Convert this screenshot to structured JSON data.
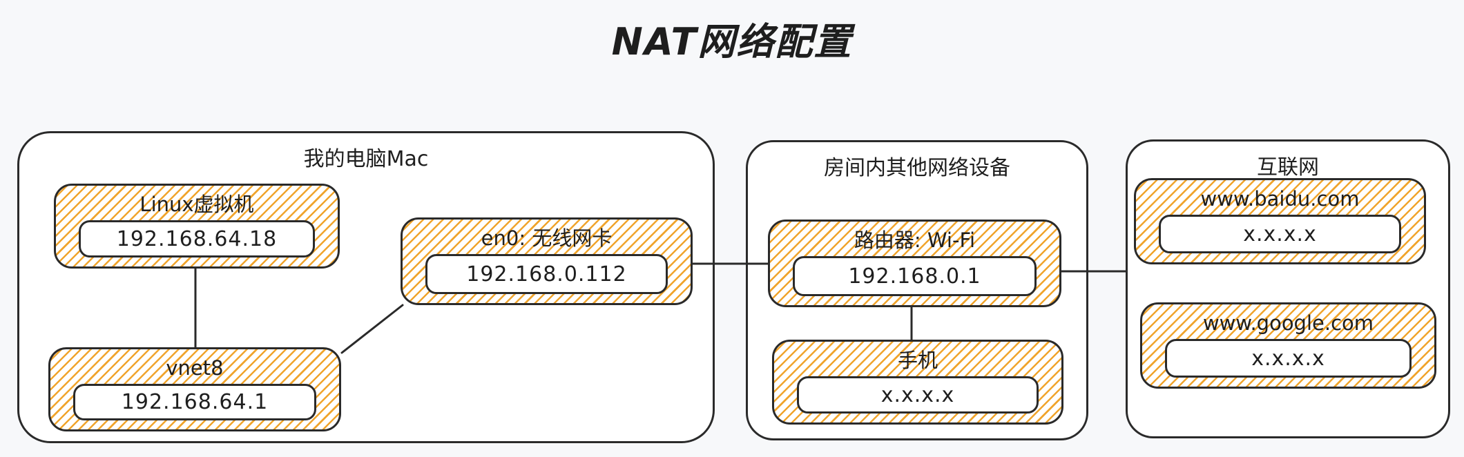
{
  "title": "NAT网络配置",
  "palette": {
    "page_bg": "#f7f8fa",
    "container_bg": "#ffffff",
    "stroke": "#2a2a2a",
    "hatch": "#f0a42c"
  },
  "groups": {
    "mac": {
      "label": "我的电脑Mac"
    },
    "room": {
      "label": "房间内其他网络设备"
    },
    "internet": {
      "label": "互联网"
    }
  },
  "nodes": {
    "linux_vm": {
      "label": "Linux虚拟机",
      "ip": "192.168.64.18"
    },
    "vnet8": {
      "label": "vnet8",
      "ip": "192.168.64.1"
    },
    "en0": {
      "label": "en0: 无线网卡",
      "ip": "192.168.0.112"
    },
    "router": {
      "label": "路由器: Wi-Fi",
      "ip": "192.168.0.1"
    },
    "phone": {
      "label": "手机",
      "ip": "x.x.x.x"
    },
    "baidu": {
      "label": "www.baidu.com",
      "ip": "x.x.x.x"
    },
    "google": {
      "label": "www.google.com",
      "ip": "x.x.x.x"
    }
  },
  "connections": [
    {
      "from": "linux_vm",
      "to": "vnet8"
    },
    {
      "from": "vnet8",
      "to": "en0"
    },
    {
      "from": "en0",
      "to": "router"
    },
    {
      "from": "router",
      "to": "internet"
    },
    {
      "from": "router",
      "to": "phone"
    }
  ]
}
